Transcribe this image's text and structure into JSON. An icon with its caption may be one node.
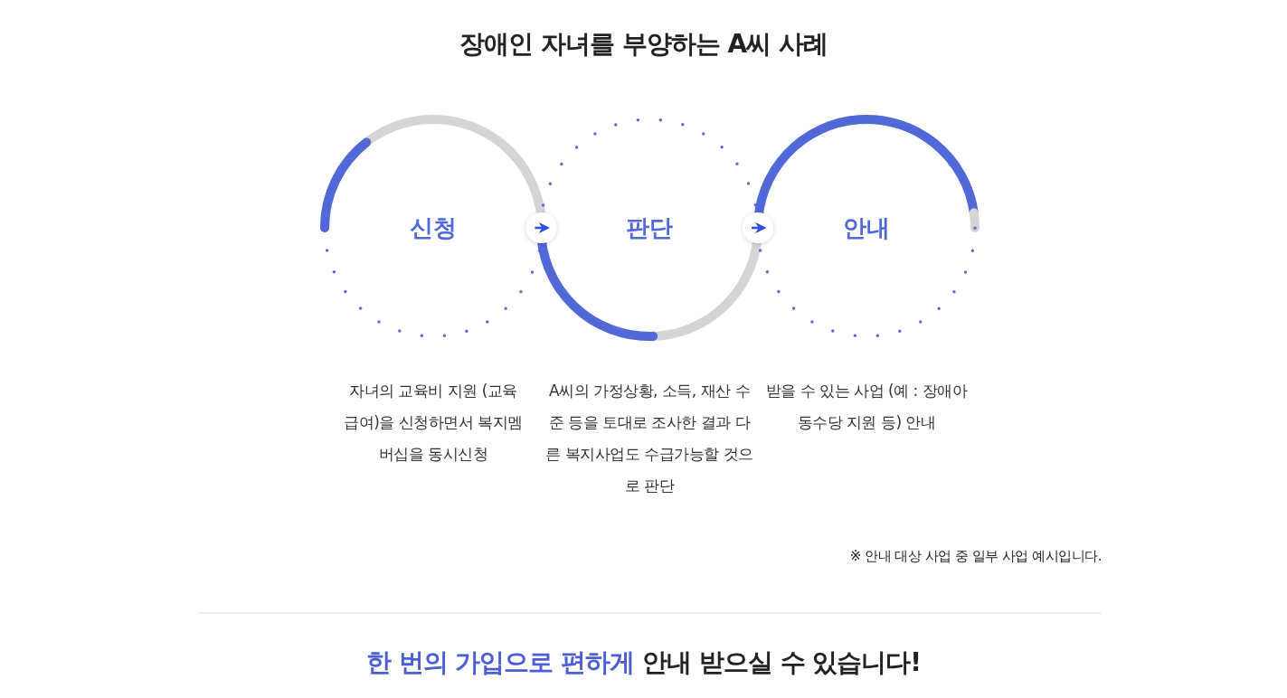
{
  "diagram": {
    "title": "장애인 자녀를 부양하는 A씨 사례",
    "nodes": [
      {
        "text": [
          "신청"
        ],
        "beside": [
          "자녀의 교육비 지원 (교육급여)을 신청하면서 복지멤버십을 동시신청"
        ]
      },
      {
        "text": [
          "판단"
        ],
        "beside": [
          "A씨의 가정상황, 소득, 재산 수준 등을 토대로 조사한 결과 다른 복지사업도 수급가능할 것으로 판단"
        ]
      },
      {
        "text": [
          "안내"
        ],
        "beside": [
          "받을 수 있는 사업 (예 : 장애아동수당 지원 등) 안내"
        ]
      }
    ],
    "edges": [
      {
        "from": 0,
        "to": 1,
        "arrow": "to"
      },
      {
        "from": 1,
        "to": 2,
        "arrow": "to"
      }
    ],
    "labels": [
      "※ 안내 대상 사업 중 일부 사업 예시입니다.",
      "한 번의 가입으로 편하게",
      "안내 받으실 수 있습니다!"
    ]
  }
}
